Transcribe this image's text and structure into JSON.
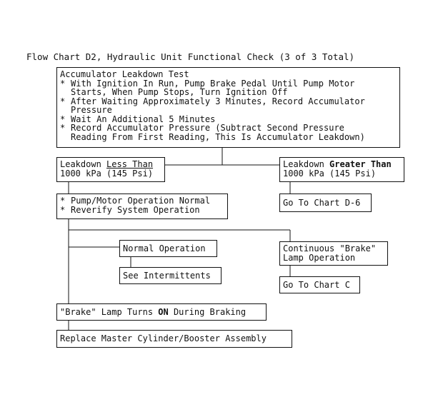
{
  "title": "Flow Chart D2, Hydraulic Unit Functional Check (3 of 3 Total)",
  "bullet": "*",
  "test_box": {
    "heading": "Accumulator Leakdown Test",
    "items": [
      [
        "With Ignition In Run, Pump Brake Pedal Until Pump Motor",
        "Starts, When Pump Stops, Turn Ignition Off"
      ],
      [
        "After Waiting Approximately 3 Minutes, Record Accumulator",
        "Pressure"
      ],
      [
        "Wait An Additional 5 Minutes"
      ],
      [
        "Record Accumulator Pressure (Subtract Second Pressure",
        "Reading From First Reading, This Is Accumulator Leakdown)"
      ]
    ]
  },
  "less_box": {
    "pre": "Leakdown ",
    "emph": "Less Than",
    "line2": "1000 kPa (145 Psi)"
  },
  "greater_box": {
    "pre": "Leakdown ",
    "emph": "Greater Than",
    "line2": "1000 kPa (145 Psi)"
  },
  "pump_box": {
    "items": [
      "Pump/Motor Operation Normal",
      "Reverify System Operation"
    ]
  },
  "chart_d6": "Go To Chart D-6",
  "normal_op": "Normal Operation",
  "intermittents": "See Intermittents",
  "continuous_box": {
    "line1": "Continuous \"Brake\"",
    "line2": "Lamp Operation"
  },
  "chart_c": "Go To Chart C",
  "lamp_box": {
    "pre": "\"Brake\" Lamp Turns ",
    "emph": "ON",
    "post": " During Braking"
  },
  "replace": "Replace Master Cylinder/Booster Assembly"
}
